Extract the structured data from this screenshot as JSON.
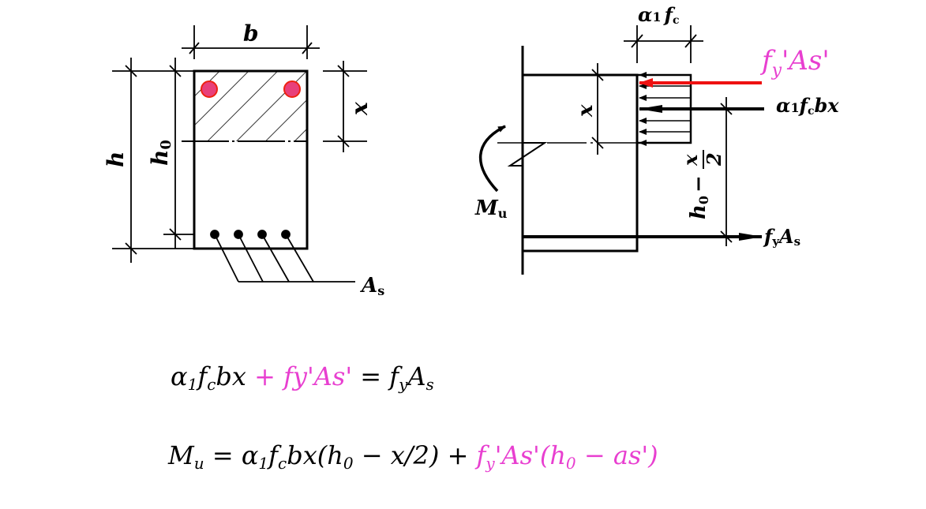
{
  "colors": {
    "highlight": "#e83fd0",
    "red_arrow": "#ee1111",
    "rebar_top": "#e8407a"
  },
  "left_diagram": {
    "width_label": "b",
    "height_label": "h",
    "effective_depth_label": "h",
    "effective_depth_sub": "0",
    "depth_label": "x",
    "steel_label": "A",
    "steel_sub": "s"
  },
  "right_diagram": {
    "stress_label": "α",
    "stress_sub1": "1",
    "stress_f": "f",
    "stress_sub2": "c",
    "compress_steel_force": "f",
    "compress_steel_sub": "y",
    "compress_steel_rest": "'As'",
    "concrete_force": "α",
    "concrete_force_sub1": "1",
    "concrete_force_f": "f",
    "concrete_force_sub2": "c",
    "concrete_force_rest": "bx",
    "depth_label": "x",
    "lever_arm_h": "h",
    "lever_arm_sub": "0",
    "lever_arm_rest": "−",
    "lever_arm_num": "x",
    "lever_arm_den": "2",
    "moment_label": "M",
    "moment_sub": "u",
    "tension_force": "f",
    "tension_sub": "y",
    "tension_A": "A",
    "tension_sub2": "s"
  },
  "equations": {
    "eq1": {
      "part1": "α",
      "p1s": "1",
      "part2": "f",
      "p2s": "c",
      "part3": "bx ",
      "pink": "+ fy'As'",
      "part4": " = f",
      "p4s": "y",
      "part5": "A",
      "p5s": "s"
    },
    "eq2": {
      "part1": "M",
      "p1s": "u",
      "part2": " = α",
      "p2s": "1",
      "part3": "f",
      "p3s": "c",
      "part4": "bx(h",
      "p4s": "0",
      "part5": " − x/2) + ",
      "pink1": "f",
      "pink1s": "y",
      "pink2": "'As'(h",
      "pink2s": "0",
      "pink3": " − as')"
    }
  }
}
